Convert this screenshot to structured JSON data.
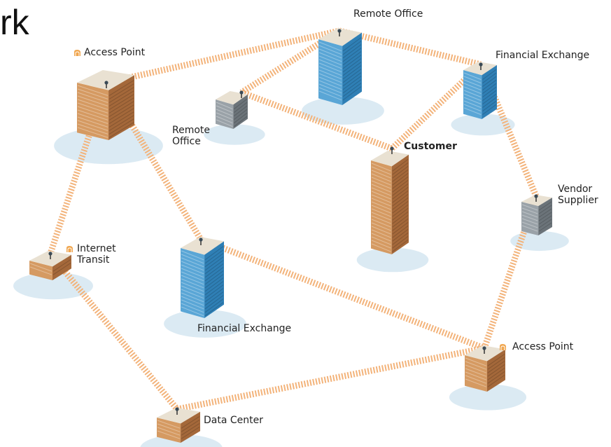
{
  "title_fragment": "rk",
  "nodes": [
    {
      "id": "access-point-1",
      "label": "Access Point",
      "kind": "access-point",
      "style": "brown"
    },
    {
      "id": "remote-office-main",
      "label": "Remote Office",
      "kind": "building",
      "style": "blue"
    },
    {
      "id": "financial-exchange-1",
      "label": "Financial Exchange",
      "kind": "building",
      "style": "blue"
    },
    {
      "id": "remote-office-small",
      "label": "Remote\nOffice",
      "kind": "building",
      "style": "gray"
    },
    {
      "id": "customer",
      "label": "Customer",
      "kind": "building",
      "style": "brown"
    },
    {
      "id": "vendor-supplier",
      "label": "Vendor\nSupplier",
      "kind": "building",
      "style": "gray"
    },
    {
      "id": "internet-transit",
      "label": "Internet\nTransit",
      "kind": "access-point",
      "style": "brown"
    },
    {
      "id": "financial-exchange-2",
      "label": "Financial Exchange",
      "kind": "building",
      "style": "blue"
    },
    {
      "id": "access-point-2",
      "label": "Access Point",
      "kind": "access-point",
      "style": "brown"
    },
    {
      "id": "data-center",
      "label": "Data Center",
      "kind": "building",
      "style": "brown"
    }
  ],
  "edges": [
    [
      "access-point-1",
      "remote-office-main"
    ],
    [
      "access-point-1",
      "internet-transit"
    ],
    [
      "access-point-1",
      "financial-exchange-2"
    ],
    [
      "remote-office-main",
      "remote-office-small"
    ],
    [
      "remote-office-main",
      "financial-exchange-1"
    ],
    [
      "remote-office-small",
      "customer"
    ],
    [
      "financial-exchange-1",
      "customer"
    ],
    [
      "financial-exchange-1",
      "vendor-supplier"
    ],
    [
      "vendor-supplier",
      "access-point-2"
    ],
    [
      "internet-transit",
      "data-center"
    ],
    [
      "financial-exchange-2",
      "access-point-2"
    ],
    [
      "access-point-2",
      "data-center"
    ]
  ],
  "colors": {
    "link": "#f3b37a",
    "shadow": "#cfe3ef",
    "blue_face": "#5aa6d6",
    "blue_dark": "#2f7fb5",
    "brown_face": "#d59a62",
    "brown_dark": "#a4683a",
    "gray_face": "#9aa2a8",
    "gray_dark": "#6b7379",
    "ap_icon": "#f0a64f"
  }
}
